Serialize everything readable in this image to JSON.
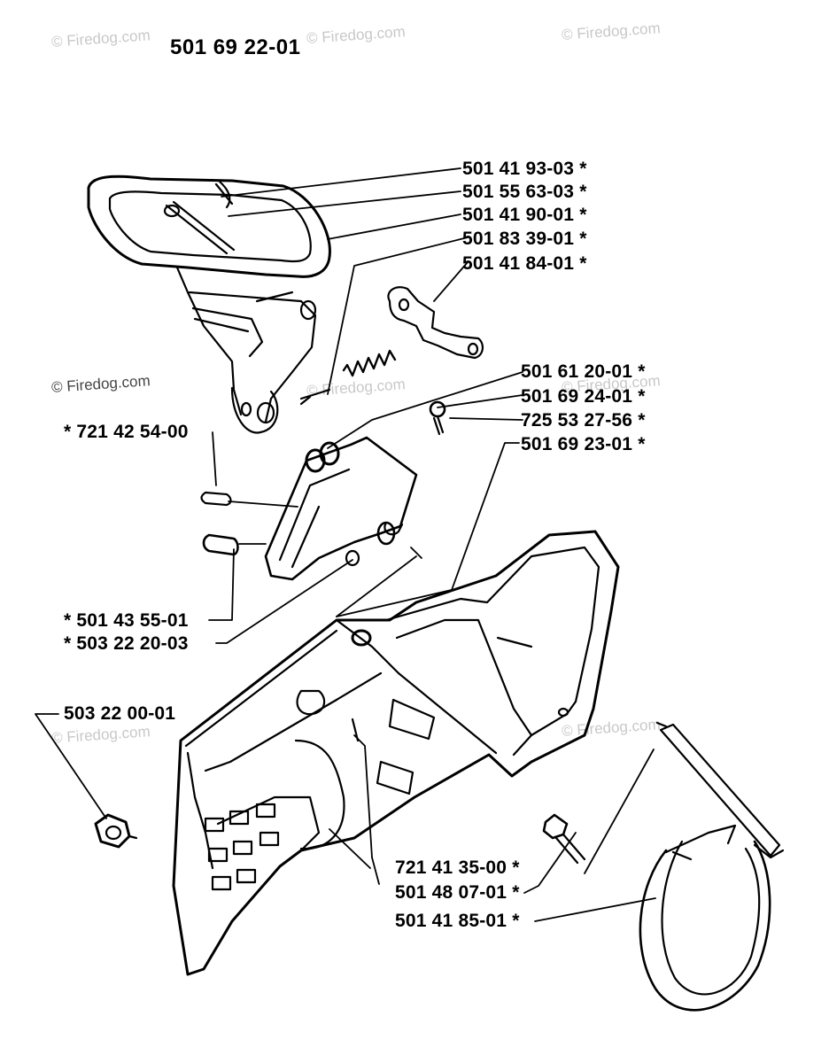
{
  "diagram_title": "501 69 22-01",
  "watermark": "© Firedog.com",
  "colors": {
    "ink": "#000000",
    "watermark": "#c8c8c8",
    "paper": "#ffffff"
  },
  "parts": [
    {
      "number": "501 41 93-03",
      "asterisk": "*"
    },
    {
      "number": "501 55 63-03",
      "asterisk": "*"
    },
    {
      "number": "501 41 90-01",
      "asterisk": "*"
    },
    {
      "number": "501 83 39-01",
      "asterisk": "*"
    },
    {
      "number": "501 41 84-01",
      "asterisk": "*"
    },
    {
      "number": "501 61 20-01",
      "asterisk": "*"
    },
    {
      "number": "501 69 24-01",
      "asterisk": "*"
    },
    {
      "number": "725 53 27-56",
      "asterisk": "*"
    },
    {
      "number": "501 69 23-01",
      "asterisk": "*"
    },
    {
      "number": "721 42 54-00",
      "asterisk": "*"
    },
    {
      "number": "501 43 55-01",
      "asterisk": "*"
    },
    {
      "number": "503 22 20-03",
      "asterisk": "*"
    },
    {
      "number": "503 22 00-01",
      "asterisk": ""
    },
    {
      "number": "721 41 35-00",
      "asterisk": "*"
    },
    {
      "number": "501 48 07-01",
      "asterisk": "*"
    },
    {
      "number": "501 41 85-01",
      "asterisk": "*"
    }
  ]
}
